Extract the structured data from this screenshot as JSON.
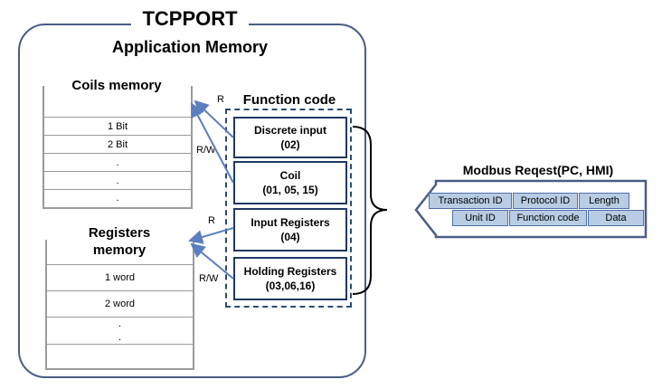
{
  "title": "TCPPORT",
  "app_memory": "Application Memory",
  "coils": {
    "label": "Coils memory",
    "rows": [
      "1 Bit",
      "2 Bit",
      ".",
      ".",
      "."
    ]
  },
  "registers": {
    "label": "Registers\nmemory",
    "rows": [
      "1 word",
      "2 word",
      ".",
      "."
    ]
  },
  "function_code": {
    "title": "Function code",
    "items": [
      {
        "name": "Discrete input",
        "codes": "(02)"
      },
      {
        "name": "Coil",
        "codes": "(01, 05, 15)"
      },
      {
        "name": "Input Registers",
        "codes": "(04)"
      },
      {
        "name": "Holding Registers",
        "codes": "(03,06,16)"
      }
    ]
  },
  "arrow_labels": {
    "r1": "R",
    "rw1": "R/W",
    "r2": "R",
    "rw2": "R/W"
  },
  "modbus": {
    "title": "Modbus Reqest(PC, HMI)",
    "row1": [
      "Transaction ID",
      "Protocol ID",
      "Length"
    ],
    "row2": [
      "Unit ID",
      "Function code",
      "Data"
    ]
  },
  "colors": {
    "border": "#4a5d85",
    "arrow": "#5b7fbf",
    "field": "#b8cce4"
  }
}
